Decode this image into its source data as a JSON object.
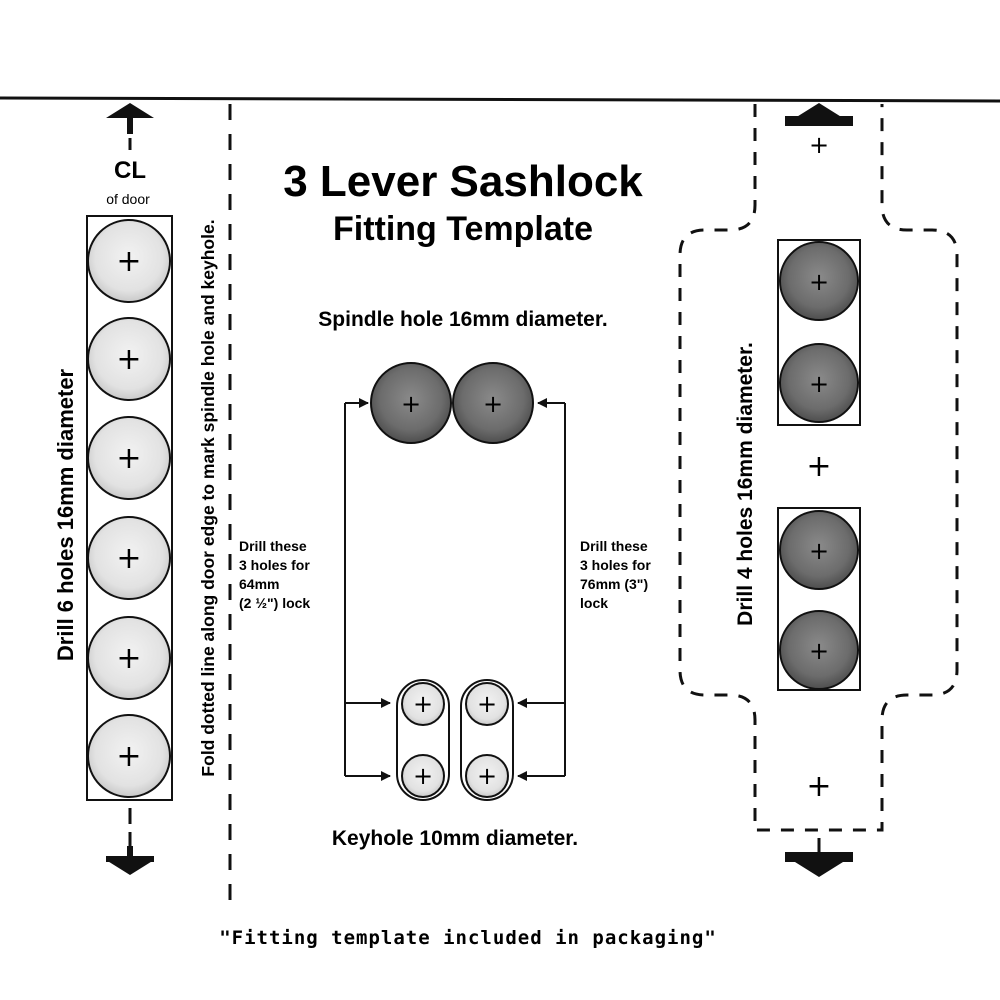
{
  "title": {
    "line1": "3 Lever Sashlock",
    "line2": "Fitting Template"
  },
  "labels": {
    "spindle_hole": "Spindle hole 16mm diameter.",
    "keyhole": "Keyhole 10mm diameter.",
    "left_drill": "Drill 6 holes 16mm diameter",
    "fold_line": "Fold dotted line along door edge to mark spindle hole and keyhole.",
    "right_drill": "Drill 4 holes 16mm diameter.",
    "centre_line_mark": "CL",
    "centre_line_text": "of door",
    "note_64": [
      "Drill these",
      "3 holes for",
      "64mm",
      "(2 ½\") lock"
    ],
    "note_76": [
      "Drill these",
      "3 holes for",
      "76mm (3\")",
      "lock"
    ]
  },
  "footer": "\"Fitting template included in packaging\"",
  "colors": {
    "line": "#111111",
    "hole_light": "#e4e4e4",
    "hole_dark": "#6a6a6a",
    "background": "#ffffff"
  }
}
